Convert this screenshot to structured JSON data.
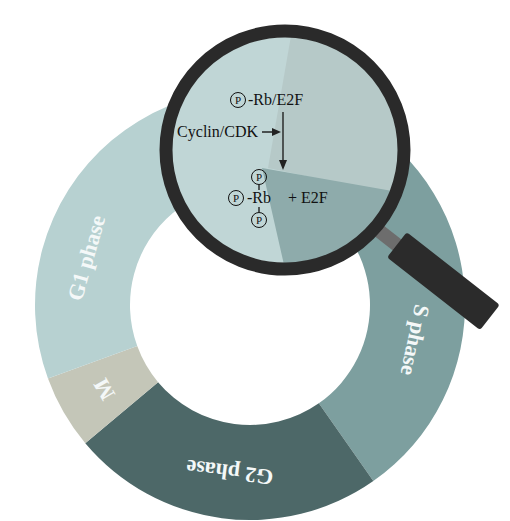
{
  "diagram": {
    "nodes": [
      {
        "text": [
          "S phase"
        ]
      },
      {
        "text": [
          "G2 phase"
        ]
      },
      {
        "text": [
          "M"
        ]
      },
      {
        "text": [
          "G1 phase"
        ]
      }
    ],
    "labels": [
      "P",
      "-Rb/E2F",
      "Cyclin/CDK",
      "P",
      "P",
      "-Rb",
      "+ E2F",
      "P"
    ]
  }
}
